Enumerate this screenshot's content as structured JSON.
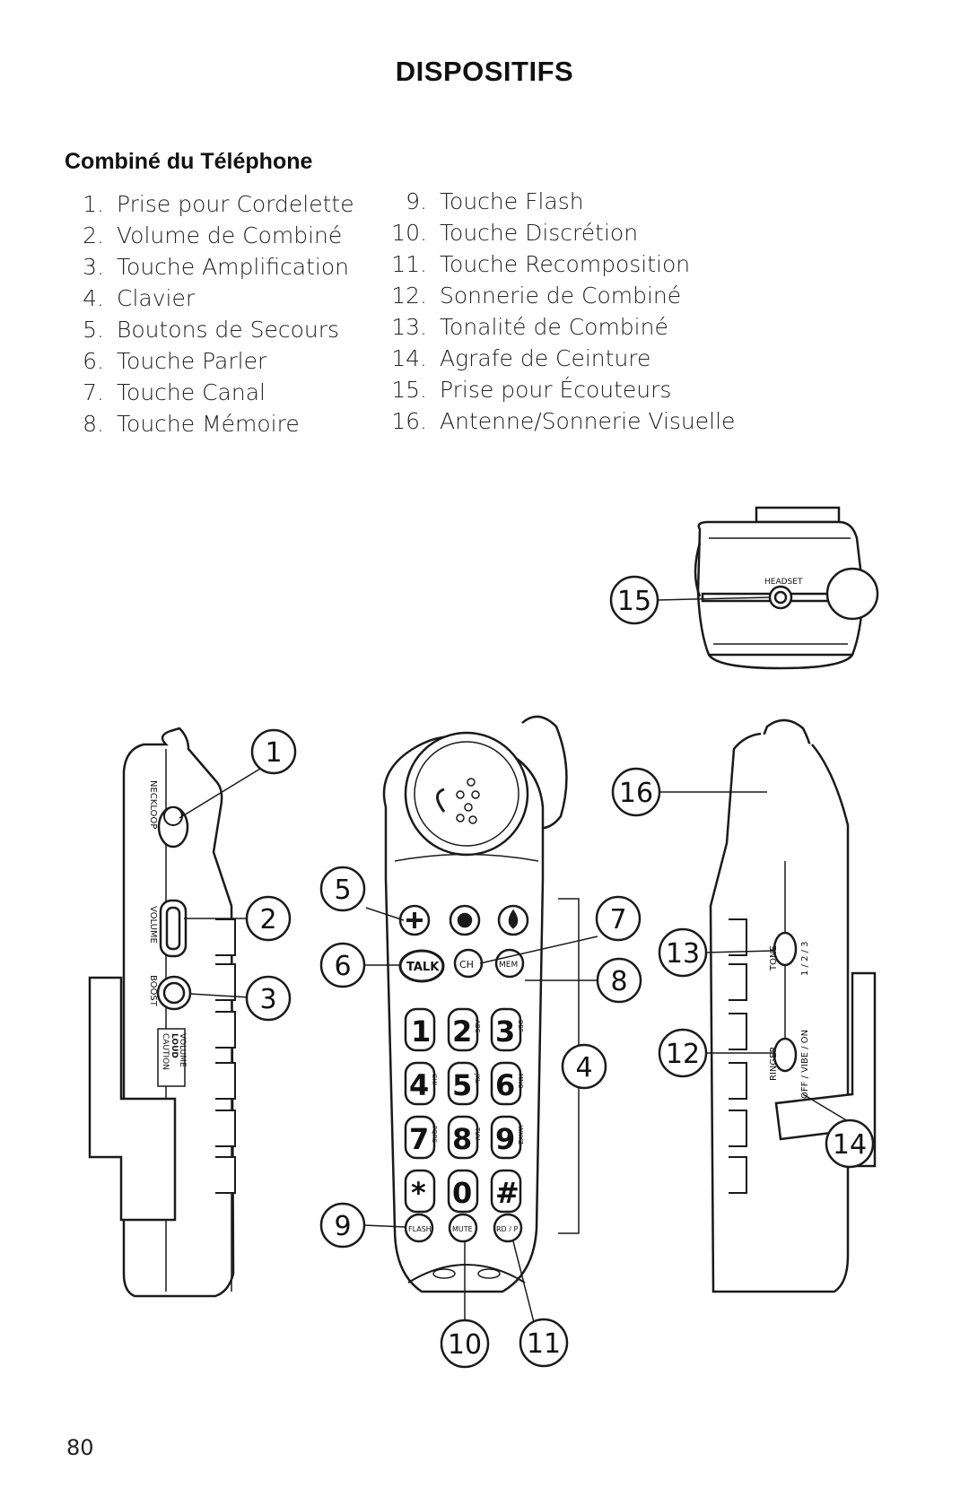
{
  "page": {
    "title": "DISPOSITIFS",
    "subtitle": "Combiné du Téléphone",
    "page_number": "80"
  },
  "features_left": [
    {
      "num": "1.",
      "label": "Prise pour Cordelette"
    },
    {
      "num": "2.",
      "label": "Volume de Combiné"
    },
    {
      "num": "3.",
      "label": "Touche Amplification"
    },
    {
      "num": "4.",
      "label": "Clavier"
    },
    {
      "num": "5.",
      "label": "Boutons de Secours"
    },
    {
      "num": "6.",
      "label": "Touche Parler"
    },
    {
      "num": "7.",
      "label": "Touche Canal"
    },
    {
      "num": "8.",
      "label": "Touche Mémoire"
    }
  ],
  "features_right": [
    {
      "num": "9.",
      "label": "Touche Flash"
    },
    {
      "num": "10.",
      "label": "Touche Discrétion"
    },
    {
      "num": "11.",
      "label": "Touche Recomposition"
    },
    {
      "num": "12.",
      "label": "Sonnerie de Combiné"
    },
    {
      "num": "13.",
      "label": "Tonalité de Combiné"
    },
    {
      "num": "14.",
      "label": "Agrafe de Ceinture"
    },
    {
      "num": "15.",
      "label": "Prise pour Écouteurs"
    },
    {
      "num": "16.",
      "label": "Antenne/Sonnerie Visuelle"
    }
  ],
  "diagram": {
    "callouts": [
      "1",
      "2",
      "3",
      "4",
      "5",
      "6",
      "7",
      "8",
      "9",
      "10",
      "11",
      "12",
      "13",
      "14",
      "15",
      "16"
    ],
    "labels": {
      "headset": "HEADSET",
      "neckloop": "NECKLOOP",
      "volume": "VOLUME",
      "boost": "BOOST",
      "caution": "CAUTION",
      "loud": "LOUD",
      "caution_volume": "VOLUME",
      "tone": "TONE",
      "tone_settings": "1 / 2 / 3",
      "ringer": "RINGER",
      "ringer_settings": "OFF / VIBE / ON"
    },
    "keys": {
      "talk": "TALK",
      "ch": "CH",
      "mem": "MEM",
      "flash": "FLASH",
      "mute": "MUTE",
      "redial": "RD / P",
      "digits": [
        "1",
        "2",
        "3",
        "4",
        "5",
        "6",
        "7",
        "8",
        "9",
        "*",
        "0",
        "#"
      ],
      "letters": [
        "",
        "ABC",
        "DEF",
        "GHI",
        "JKL",
        "MNO",
        "PQRS",
        "TUV",
        "WXYZ",
        "",
        "",
        ""
      ]
    }
  }
}
